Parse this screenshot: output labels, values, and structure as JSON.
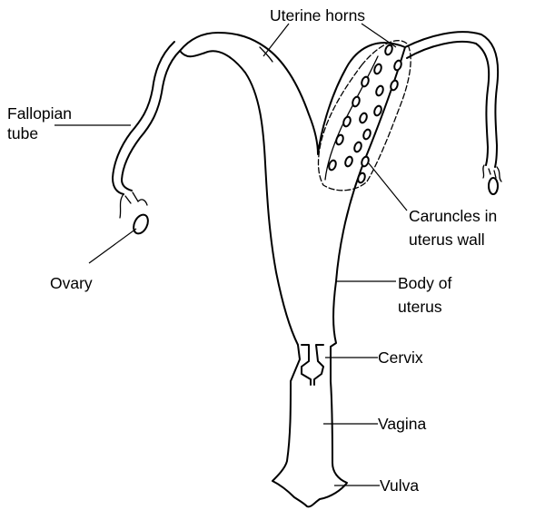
{
  "labels": {
    "uterine_horns": "Uterine horns",
    "fallopian_tube_line1": "Fallopian",
    "fallopian_tube_line2": "tube",
    "ovary": "Ovary",
    "caruncles_line1": "Caruncles in",
    "caruncles_line2": "uterus wall",
    "body_line1": "Body of",
    "body_line2": "uterus",
    "cervix": "Cervix",
    "vagina": "Vagina",
    "vulva": "Vulva"
  },
  "colors": {
    "line": "#000000",
    "background": "#ffffff"
  }
}
